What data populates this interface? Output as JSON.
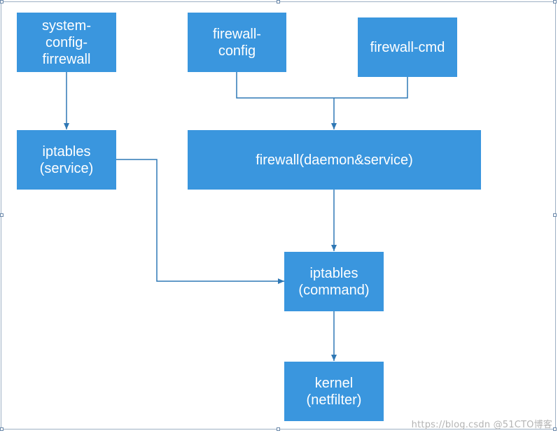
{
  "diagram": {
    "nodes": {
      "system_config_firewall": "system-\nconfig-\nfirrewall",
      "firewall_config": "firewall-\nconfig",
      "firewall_cmd": "firewall-cmd",
      "iptables_service": "iptables\n(service)",
      "firewalld": "firewall(daemon&service)",
      "iptables_command": "iptables\n(command)",
      "kernel": "kernel\n(netfilter)"
    },
    "edges": [
      {
        "from": "system-config-firrewall",
        "to": "iptables (service)"
      },
      {
        "from": "firewall-config",
        "to": "firewall(daemon&service)"
      },
      {
        "from": "firewall-cmd",
        "to": "firewall(daemon&service)"
      },
      {
        "from": "firewall(daemon&service)",
        "to": "iptables (command)"
      },
      {
        "from": "iptables (service)",
        "to": "iptables (command)"
      },
      {
        "from": "iptables (command)",
        "to": "kernel (netfilter)"
      }
    ],
    "colors": {
      "box_fill": "#3a96de",
      "box_text": "#ffffff",
      "connector": "#2f78b5"
    }
  },
  "watermark": "https://blog.csdn @51CTO博客"
}
